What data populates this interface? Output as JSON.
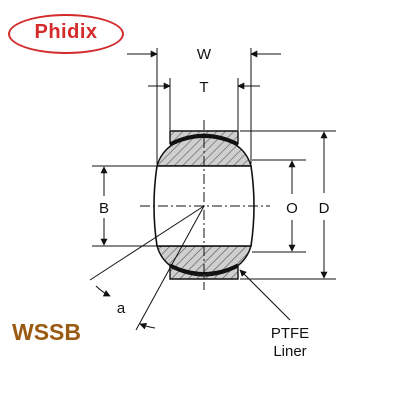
{
  "brand": {
    "name": "Phidix",
    "color": "#d42a2a"
  },
  "model": {
    "code": "WSSB",
    "color": "#9a5a12"
  },
  "dimensions": {
    "W": "W",
    "T": "T",
    "B": "B",
    "O": "O",
    "D": "D",
    "a": "a"
  },
  "liner_label": {
    "line1": "PTFE",
    "line2": "Liner"
  }
}
